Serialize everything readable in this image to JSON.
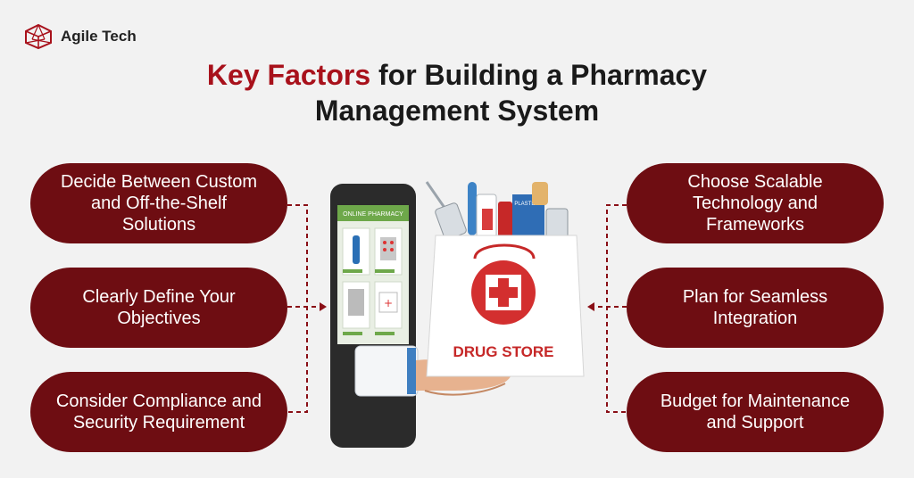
{
  "brand": {
    "name": "Agile Tech",
    "color": "#a8111b"
  },
  "title": {
    "highlight": "Key Factors",
    "rest_line1": " for Building a Pharmacy",
    "line2": "Management System"
  },
  "left_items": [
    {
      "label": "Decide Between Custom and Off-the-Shelf Solutions"
    },
    {
      "label": "Clearly Define Your Objectives"
    },
    {
      "label": "Consider Compliance and Security Requirement"
    }
  ],
  "right_items": [
    {
      "label": "Choose Scalable Technology and Frameworks"
    },
    {
      "label": "Plan for Seamless Integration"
    },
    {
      "label": "Budget for Maintenance and Support"
    }
  ],
  "phone": {
    "screen_title": "ONLINE PHARMACY"
  },
  "bag": {
    "label": "DRUG STORE",
    "box_label": "PLASTERS"
  },
  "colors": {
    "pill": "#6e0d12",
    "accent": "#a8111b",
    "background": "#f2f2f2"
  }
}
